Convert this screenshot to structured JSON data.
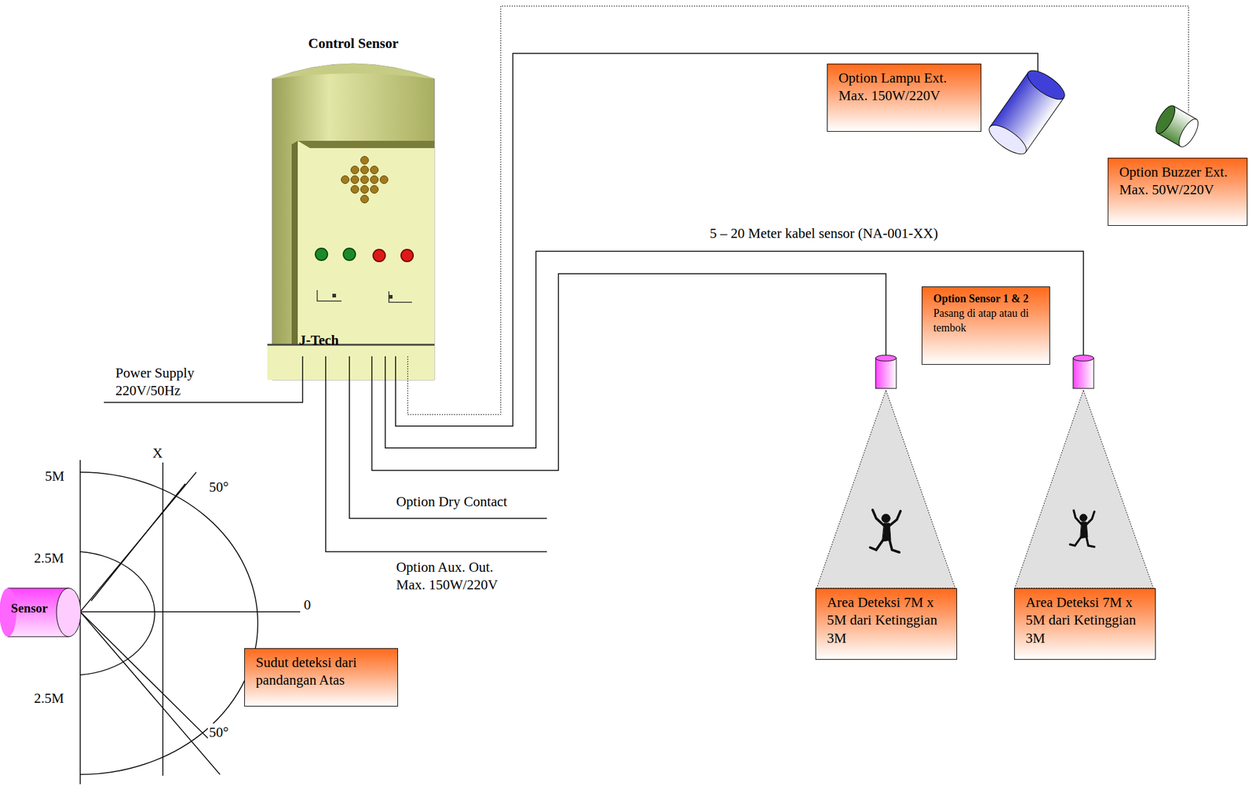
{
  "diagram": {
    "nodes": [
      {
        "text": [
          "Control Sensor",
          "J-Tech"
        ]
      },
      {
        "text": [
          "Option Lampu Ext. Max. 150W/220V"
        ]
      },
      {
        "text": [
          "Option Buzzer Ext. Max. 50W/220V"
        ]
      },
      {
        "text": [
          "Option Sensor 1 & 2",
          "Pasang di atap atau di tembok"
        ]
      },
      {
        "text": [
          "Area Deteksi 7M x 5M dari Ketinggian 3M"
        ]
      },
      {
        "text": [
          "Area Deteksi 7M x 5M dari Ketinggian 3M"
        ]
      },
      {
        "text": [
          "Sudut deteksi dari pandangan Atas"
        ]
      },
      {
        "text": [
          "Sensor"
        ]
      }
    ],
    "labels": [
      "Power Supply 220V/50Hz",
      "5 – 20 Meter kabel sensor (NA-001-XX)",
      "Option Dry Contact",
      "Option Aux. Out. Max. 150W/220V",
      "X",
      "50°",
      "50°",
      "5M",
      "2.5M",
      "2.5M",
      "0"
    ]
  }
}
